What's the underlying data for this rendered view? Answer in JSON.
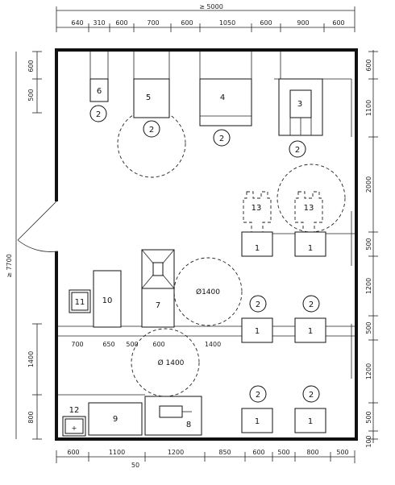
{
  "plan": {
    "overall_width_label": "≥ 5000",
    "overall_depth_label": "≥ 7700",
    "top_dims": [
      "640",
      "310",
      "600",
      "700",
      "600",
      "1050",
      "600",
      "900",
      "600"
    ],
    "bottom_dims": [
      "600",
      "1100",
      "1200",
      "850",
      "600",
      "500",
      "800",
      "500"
    ],
    "bottom_extra": "50",
    "left_dims": [
      "600",
      "500",
      "1400",
      "800"
    ],
    "right_dims": [
      "600",
      "1100",
      "2000",
      "500",
      "1200",
      "500",
      "1200",
      "500",
      "100"
    ],
    "interior_dims": [
      "700",
      "650",
      "500",
      "600",
      "1400"
    ],
    "circle_labels": [
      "Ø1400",
      "Ø 1400"
    ],
    "items": [
      "1",
      "2",
      "3",
      "4",
      "5",
      "6",
      "7",
      "8",
      "9",
      "10",
      "11",
      "12",
      "13"
    ]
  }
}
